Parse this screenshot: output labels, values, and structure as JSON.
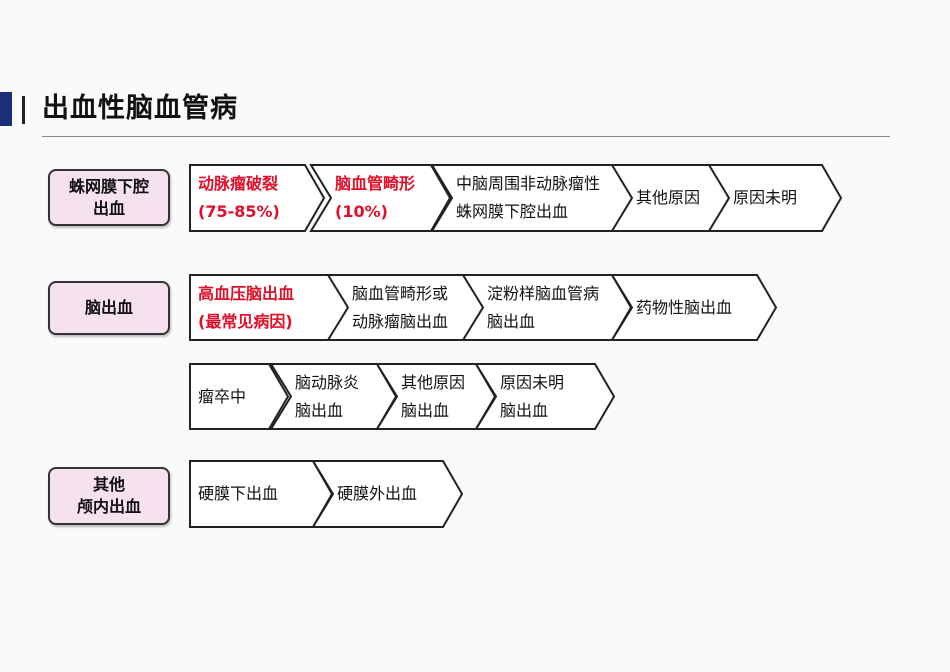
{
  "title": "出血性脑血管病",
  "accent_color": "#1b2f7a",
  "highlight_color": "#e0102a",
  "category_fill": "#f6e1ee",
  "categories": [
    {
      "label": "蛛网膜下腔\n出血"
    },
    {
      "label": "脑出血"
    },
    {
      "label": "其他\n颅内出血"
    }
  ],
  "rows": [
    {
      "items": [
        {
          "lines": [
            "动脉瘤破裂",
            "(75-85%)"
          ],
          "highlight": true
        },
        {
          "lines": [
            "脑血管畸形",
            "(10%)"
          ],
          "highlight": true
        },
        {
          "lines": [
            "中脑周围非动脉瘤性",
            "蛛网膜下腔出血"
          ]
        },
        {
          "lines": [
            "其他原因"
          ]
        },
        {
          "lines": [
            "原因未明"
          ]
        }
      ]
    },
    {
      "items": [
        {
          "lines": [
            "高血压脑出血",
            "(最常见病因)"
          ],
          "highlight": true
        },
        {
          "lines": [
            "脑血管畸形或",
            "动脉瘤脑出血"
          ]
        },
        {
          "lines": [
            "淀粉样脑血管病",
            "脑出血"
          ]
        },
        {
          "lines": [
            "药物性脑出血"
          ]
        }
      ]
    },
    {
      "items": [
        {
          "lines": [
            "瘤卒中"
          ]
        },
        {
          "lines": [
            "脑动脉炎",
            "脑出血"
          ]
        },
        {
          "lines": [
            "其他原因",
            "脑出血"
          ]
        },
        {
          "lines": [
            "原因未明",
            "脑出血"
          ]
        }
      ]
    },
    {
      "items": [
        {
          "lines": [
            "硬膜下出血"
          ]
        },
        {
          "lines": [
            "硬膜外出血"
          ]
        }
      ]
    }
  ]
}
